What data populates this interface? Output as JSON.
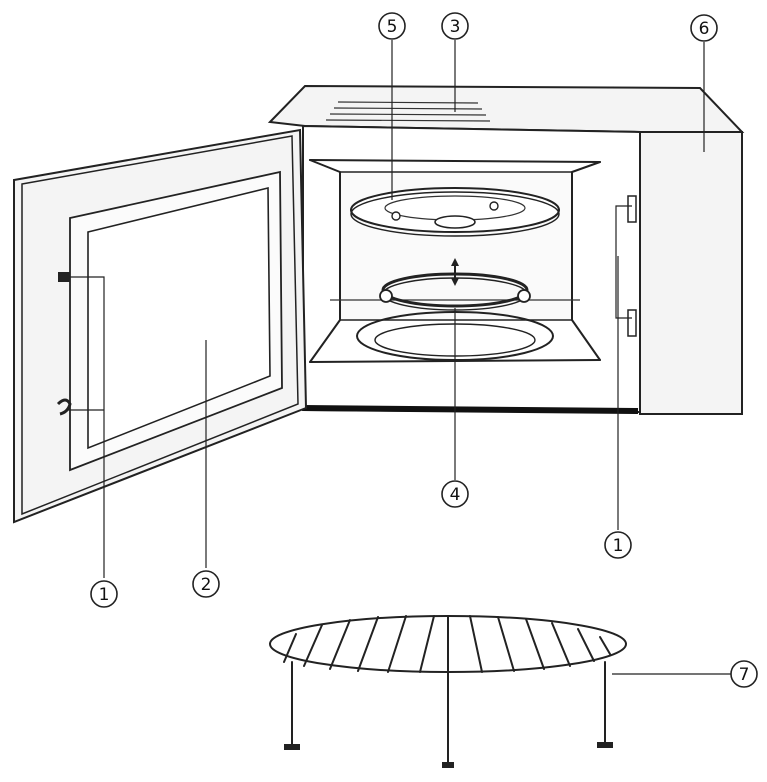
{
  "callouts": [
    {
      "id": "door-latch-left",
      "label": "1"
    },
    {
      "id": "door-window",
      "label": "2"
    },
    {
      "id": "top-vent",
      "label": "3"
    },
    {
      "id": "turntable-ring",
      "label": "4"
    },
    {
      "id": "glass-tray",
      "label": "5"
    },
    {
      "id": "control-panel",
      "label": "6"
    },
    {
      "id": "door-latch-right",
      "label": "1"
    },
    {
      "id": "grill-rack",
      "label": "7"
    }
  ]
}
